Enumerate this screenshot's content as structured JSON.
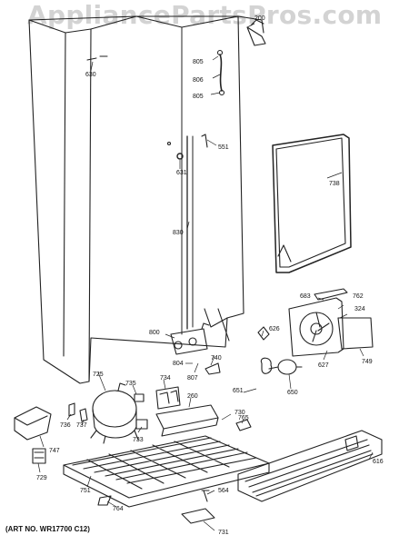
{
  "watermark": "AppliancePartsPros.com",
  "art_number": "(ART NO. WR17700 C12)",
  "part_labels": [
    "200",
    "630",
    "805",
    "806",
    "805",
    "551",
    "631",
    "738",
    "830",
    "683",
    "762",
    "324",
    "800",
    "626",
    "740",
    "804",
    "807",
    "627",
    "749",
    "725",
    "735",
    "734",
    "260",
    "651",
    "650",
    "736",
    "737",
    "733",
    "730",
    "765",
    "747",
    "729",
    "751",
    "616",
    "564",
    "764",
    "731"
  ]
}
